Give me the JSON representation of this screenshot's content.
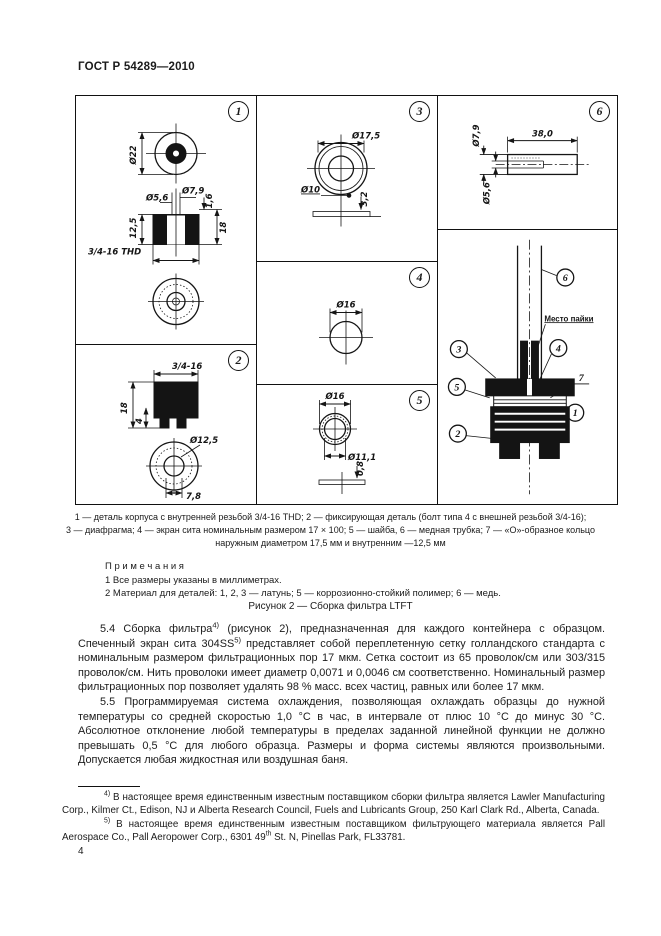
{
  "header": {
    "title": "ГОСТ Р 54289—2010"
  },
  "figure": {
    "panels": {
      "p1": {
        "num": "1",
        "o22": "Ø22",
        "o79": "Ø7,9",
        "o56": "Ø5,6",
        "d16": "1,6",
        "d125": "12,5",
        "d18": "18",
        "thd": "3/4-16 THD"
      },
      "p2": {
        "num": "2",
        "thd": "3/4-16",
        "d18": "18",
        "d4": "4",
        "o125": "Ø12,5",
        "d78": "7,8"
      },
      "p3": {
        "num": "3",
        "o175": "Ø17,5",
        "o10": "Ø10",
        "d32": "3,2"
      },
      "p4": {
        "num": "4",
        "o16": "Ø16"
      },
      "p5": {
        "num": "5",
        "o16": "Ø16",
        "o111": "Ø11,1",
        "d08": "0,8"
      },
      "p6": {
        "num": "6",
        "o79": "Ø7,9",
        "o56": "Ø5,6",
        "d38": "38,0"
      },
      "assembly": {
        "c1": "1",
        "c2": "2",
        "c3": "3",
        "c4": "4",
        "c5": "5",
        "c6": "6",
        "c7": "7",
        "solder": "Место пайки"
      }
    },
    "legend": {
      "line1": "1 — деталь корпуса с внутренней резьбой 3/4-16 THD; 2 — фиксирующая деталь (болт типа 4 с внешней резьбой 3/4-16);",
      "line2": "3 — диафрагма; 4 — экран сита номинальным размером 17 × 100; 5 — шайба, 6 — медная трубка; 7 — «О»-образное кольцо",
      "line3": "наружным диаметром 17,5 мм и внутренним —12,5 мм"
    },
    "notes": {
      "heading": "П р и м е ч а н и я",
      "note1": "1  Все размеры указаны в миллиметрах.",
      "note2": "2  Материал для деталей: 1, 2, 3 — латунь; 5 — коррозионно-стойкий полимер; 6 — медь."
    },
    "caption": "Рисунок 2 — Сборка фильтра LTFT"
  },
  "body": {
    "p54": {
      "pre": "5.4  Сборка фильтра",
      "sup1": "4)",
      "mid": " (рисунок 2), предназначенная для каждого контейнера с образцом. Спеченный экран сита 304SS",
      "sup2": "5)",
      "post": " представляет собой переплетенную сетку голландского стандарта с номинальным размером фильтрационных пор 17 мкм. Сетка состоит из 65 проволок/см или 303/315 проволок/см. Нить проволоки имеет диаметр 0,0071 и 0,0046 см соответственно. Номинальный размер фильтрационных пор позволяет удалять 98 % масс. всех частиц, равных или более 17 мкм."
    },
    "p55": "5.5  Программируемая система охлаждения, позволяющая охлаждать образцы до нужной температуры со средней скоростью 1,0 °C в час, в интервале от плюс 10 °C до минус 30 °C. Абсолютное отклонение любой температуры в пределах заданной линейной функции не должно превышать 0,5 °C для любого образца. Размеры и форма системы являются произвольными. Допускается любая жидкостная или воздушная баня."
  },
  "footnotes": {
    "fn4": {
      "sup": "4)",
      "text": " В настоящее время единственным известным поставщиком сборки фильтра является Lawler Manufacturing Corp., Kilmer Ct., Edison, NJ и Alberta Research Council, Fuels and Lubricants Group, 250 Karl Clark Rd., Alberta, Canada."
    },
    "fn5": {
      "sup": "5)",
      "pre": " В настоящее время единственным известным поставщиком фильтрующего материала является Pall Aerospace Co., Pall Aeropower Corp., 6301 49",
      "sup_th": "th",
      "post": " St. N, Pinellas Park, FL33781."
    }
  },
  "footer": {
    "page_number": "4"
  }
}
